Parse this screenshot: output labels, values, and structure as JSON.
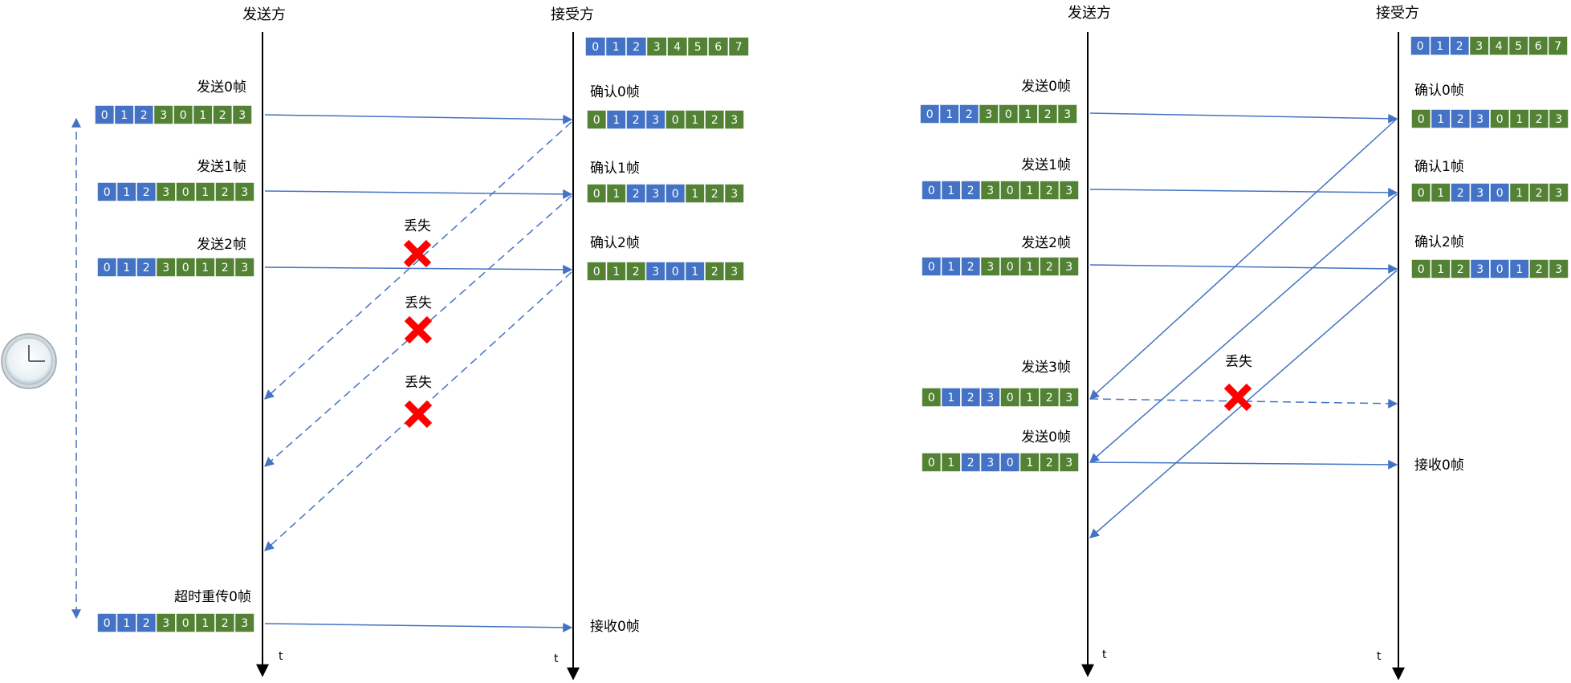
{
  "colors": {
    "blue": "#4472C4",
    "green": "#548235",
    "line": "#4472C4",
    "cross": "#FF0000",
    "axis": "#000000"
  },
  "panel_left": {
    "sender_title": "发送方",
    "receiver_title": "接受方",
    "sender_time_label": "t",
    "receiver_time_label": "t",
    "receiver_window": {
      "cells": [
        "0",
        "1",
        "2",
        "3",
        "4",
        "5",
        "6",
        "7"
      ],
      "colors": [
        "blue",
        "blue",
        "blue",
        "green",
        "green",
        "green",
        "green",
        "green"
      ]
    },
    "sender_events": [
      {
        "label": "发送0帧",
        "cells": [
          "0",
          "1",
          "2",
          "3",
          "0",
          "1",
          "2",
          "3"
        ],
        "colors": [
          "blue",
          "blue",
          "blue",
          "green",
          "green",
          "green",
          "green",
          "green"
        ]
      },
      {
        "label": "发送1帧",
        "cells": [
          "0",
          "1",
          "2",
          "3",
          "0",
          "1",
          "2",
          "3"
        ],
        "colors": [
          "blue",
          "blue",
          "blue",
          "green",
          "green",
          "green",
          "green",
          "green"
        ]
      },
      {
        "label": "发送2帧",
        "cells": [
          "0",
          "1",
          "2",
          "3",
          "0",
          "1",
          "2",
          "3"
        ],
        "colors": [
          "blue",
          "blue",
          "blue",
          "green",
          "green",
          "green",
          "green",
          "green"
        ]
      },
      {
        "label": "超时重传0帧",
        "cells": [
          "0",
          "1",
          "2",
          "3",
          "0",
          "1",
          "2",
          "3"
        ],
        "colors": [
          "blue",
          "blue",
          "blue",
          "green",
          "green",
          "green",
          "green",
          "green"
        ]
      }
    ],
    "receiver_events": [
      {
        "label": "确认0帧",
        "cells": [
          "0",
          "1",
          "2",
          "3",
          "0",
          "1",
          "2",
          "3"
        ],
        "colors": [
          "green",
          "blue",
          "blue",
          "blue",
          "green",
          "green",
          "green",
          "green"
        ]
      },
      {
        "label": "确认1帧",
        "cells": [
          "0",
          "1",
          "2",
          "3",
          "0",
          "1",
          "2",
          "3"
        ],
        "colors": [
          "green",
          "green",
          "blue",
          "blue",
          "blue",
          "green",
          "green",
          "green"
        ]
      },
      {
        "label": "确认2帧",
        "cells": [
          "0",
          "1",
          "2",
          "3",
          "0",
          "1",
          "2",
          "3"
        ],
        "colors": [
          "green",
          "green",
          "green",
          "blue",
          "blue",
          "blue",
          "green",
          "green"
        ]
      }
    ],
    "receive_label": "接收0帧",
    "loss_labels": [
      "丢失",
      "丢失",
      "丢失"
    ]
  },
  "panel_right": {
    "sender_title": "发送方",
    "receiver_title": "接受方",
    "sender_time_label": "t",
    "receiver_time_label": "t",
    "receiver_window": {
      "cells": [
        "0",
        "1",
        "2",
        "3",
        "4",
        "5",
        "6",
        "7"
      ],
      "colors": [
        "blue",
        "blue",
        "blue",
        "green",
        "green",
        "green",
        "green",
        "green"
      ]
    },
    "sender_events": [
      {
        "label": "发送0帧",
        "cells": [
          "0",
          "1",
          "2",
          "3",
          "0",
          "1",
          "2",
          "3"
        ],
        "colors": [
          "blue",
          "blue",
          "blue",
          "green",
          "green",
          "green",
          "green",
          "green"
        ]
      },
      {
        "label": "发送1帧",
        "cells": [
          "0",
          "1",
          "2",
          "3",
          "0",
          "1",
          "2",
          "3"
        ],
        "colors": [
          "blue",
          "blue",
          "blue",
          "green",
          "green",
          "green",
          "green",
          "green"
        ]
      },
      {
        "label": "发送2帧",
        "cells": [
          "0",
          "1",
          "2",
          "3",
          "0",
          "1",
          "2",
          "3"
        ],
        "colors": [
          "blue",
          "blue",
          "blue",
          "green",
          "green",
          "green",
          "green",
          "green"
        ]
      },
      {
        "label": "发送3帧",
        "cells": [
          "0",
          "1",
          "2",
          "3",
          "0",
          "1",
          "2",
          "3"
        ],
        "colors": [
          "green",
          "blue",
          "blue",
          "blue",
          "green",
          "green",
          "green",
          "green"
        ]
      },
      {
        "label": "发送0帧",
        "cells": [
          "0",
          "1",
          "2",
          "3",
          "0",
          "1",
          "2",
          "3"
        ],
        "colors": [
          "green",
          "green",
          "blue",
          "blue",
          "blue",
          "green",
          "green",
          "green"
        ]
      }
    ],
    "receiver_events": [
      {
        "label": "确认0帧",
        "cells": [
          "0",
          "1",
          "2",
          "3",
          "0",
          "1",
          "2",
          "3"
        ],
        "colors": [
          "green",
          "blue",
          "blue",
          "blue",
          "green",
          "green",
          "green",
          "green"
        ]
      },
      {
        "label": "确认1帧",
        "cells": [
          "0",
          "1",
          "2",
          "3",
          "0",
          "1",
          "2",
          "3"
        ],
        "colors": [
          "green",
          "green",
          "blue",
          "blue",
          "blue",
          "green",
          "green",
          "green"
        ]
      },
      {
        "label": "确认2帧",
        "cells": [
          "0",
          "1",
          "2",
          "3",
          "0",
          "1",
          "2",
          "3"
        ],
        "colors": [
          "green",
          "green",
          "green",
          "blue",
          "blue",
          "blue",
          "green",
          "green"
        ]
      }
    ],
    "receive_label": "接收0帧",
    "loss_label": "丢失"
  },
  "timer": {
    "icon": "clock-icon"
  }
}
